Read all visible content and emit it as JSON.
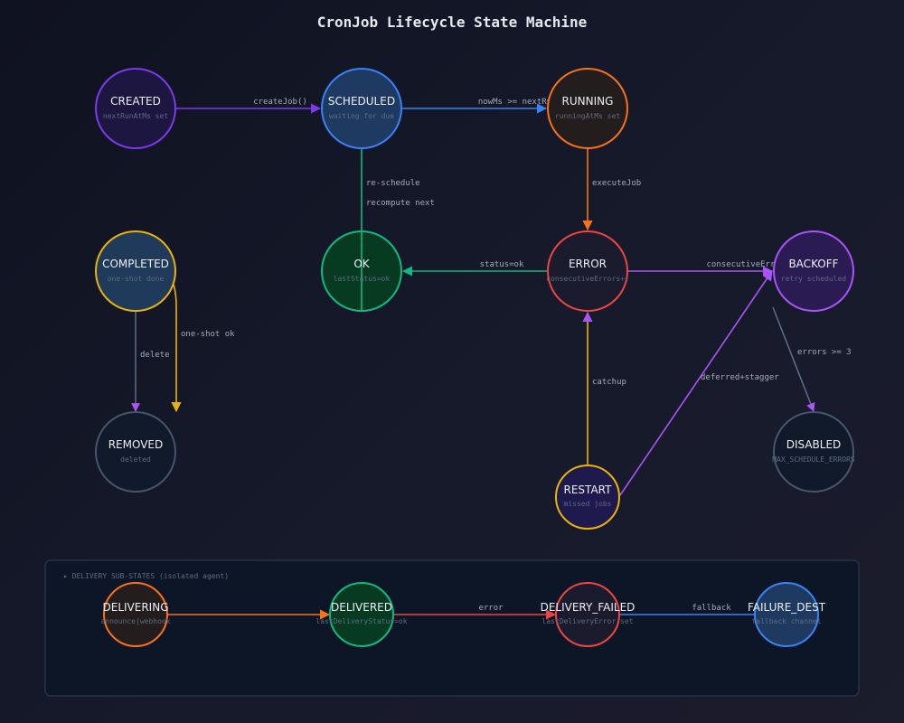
{
  "title": "CronJob Lifecycle State Machine",
  "colors": {
    "purple": "#7c3aed",
    "blue": "#3b82f6",
    "orange": "#f97316",
    "green": "#10b981",
    "red": "#ef4444",
    "violet": "#a855f7",
    "gold": "#eab308",
    "gray": "#475569",
    "slate": "#64748b"
  },
  "states": {
    "created": {
      "label": "CREATED",
      "sub": "nextRunAtMs set"
    },
    "scheduled": {
      "label": "SCHEDULED",
      "sub": "waiting for due"
    },
    "running": {
      "label": "RUNNING",
      "sub": "runningAtMs set"
    },
    "completed": {
      "label": "COMPLETED",
      "sub": "one-shot done"
    },
    "ok": {
      "label": "OK",
      "sub": "lastStatus=ok"
    },
    "error": {
      "label": "ERROR",
      "sub": "consecutiveErrors++"
    },
    "backoff": {
      "label": "BACKOFF",
      "sub": "retry scheduled"
    },
    "removed": {
      "label": "REMOVED",
      "sub": "deleted"
    },
    "disabled": {
      "label": "DISABLED",
      "sub": "MAX_SCHEDULE_ERRORS"
    },
    "restart": {
      "label": "RESTART",
      "sub": "missed jobs"
    }
  },
  "transitions": {
    "create_job": "createJob()",
    "now_due": "nowMs >= nextRunAtMs",
    "execute_job": "executeJob",
    "status_ok": "status=ok",
    "re_schedule": "re-schedule",
    "recompute_next": "recompute next",
    "consecutive_errors": "consecutiveErrors>0",
    "errors_ge_3": "errors >= 3",
    "deferred_stagger": "deferred+stagger",
    "catchup": "catchup",
    "one_shot_ok": "one-shot ok",
    "delete": "delete"
  },
  "delivery": {
    "title": "▸ DELIVERY SUB-STATES (isolated agent)",
    "states": {
      "delivering": {
        "label": "DELIVERING",
        "sub": "announce|webhook"
      },
      "delivered": {
        "label": "DELIVERED",
        "sub": "lastDeliveryStatus=ok"
      },
      "delivery_failed": {
        "label": "DELIVERY_FAILED",
        "sub": "lastDeliveryError set"
      },
      "failure_dest": {
        "label": "FAILURE_DEST",
        "sub": "fallback channel"
      }
    },
    "transitions": {
      "error": "error",
      "fallback": "fallback"
    }
  }
}
